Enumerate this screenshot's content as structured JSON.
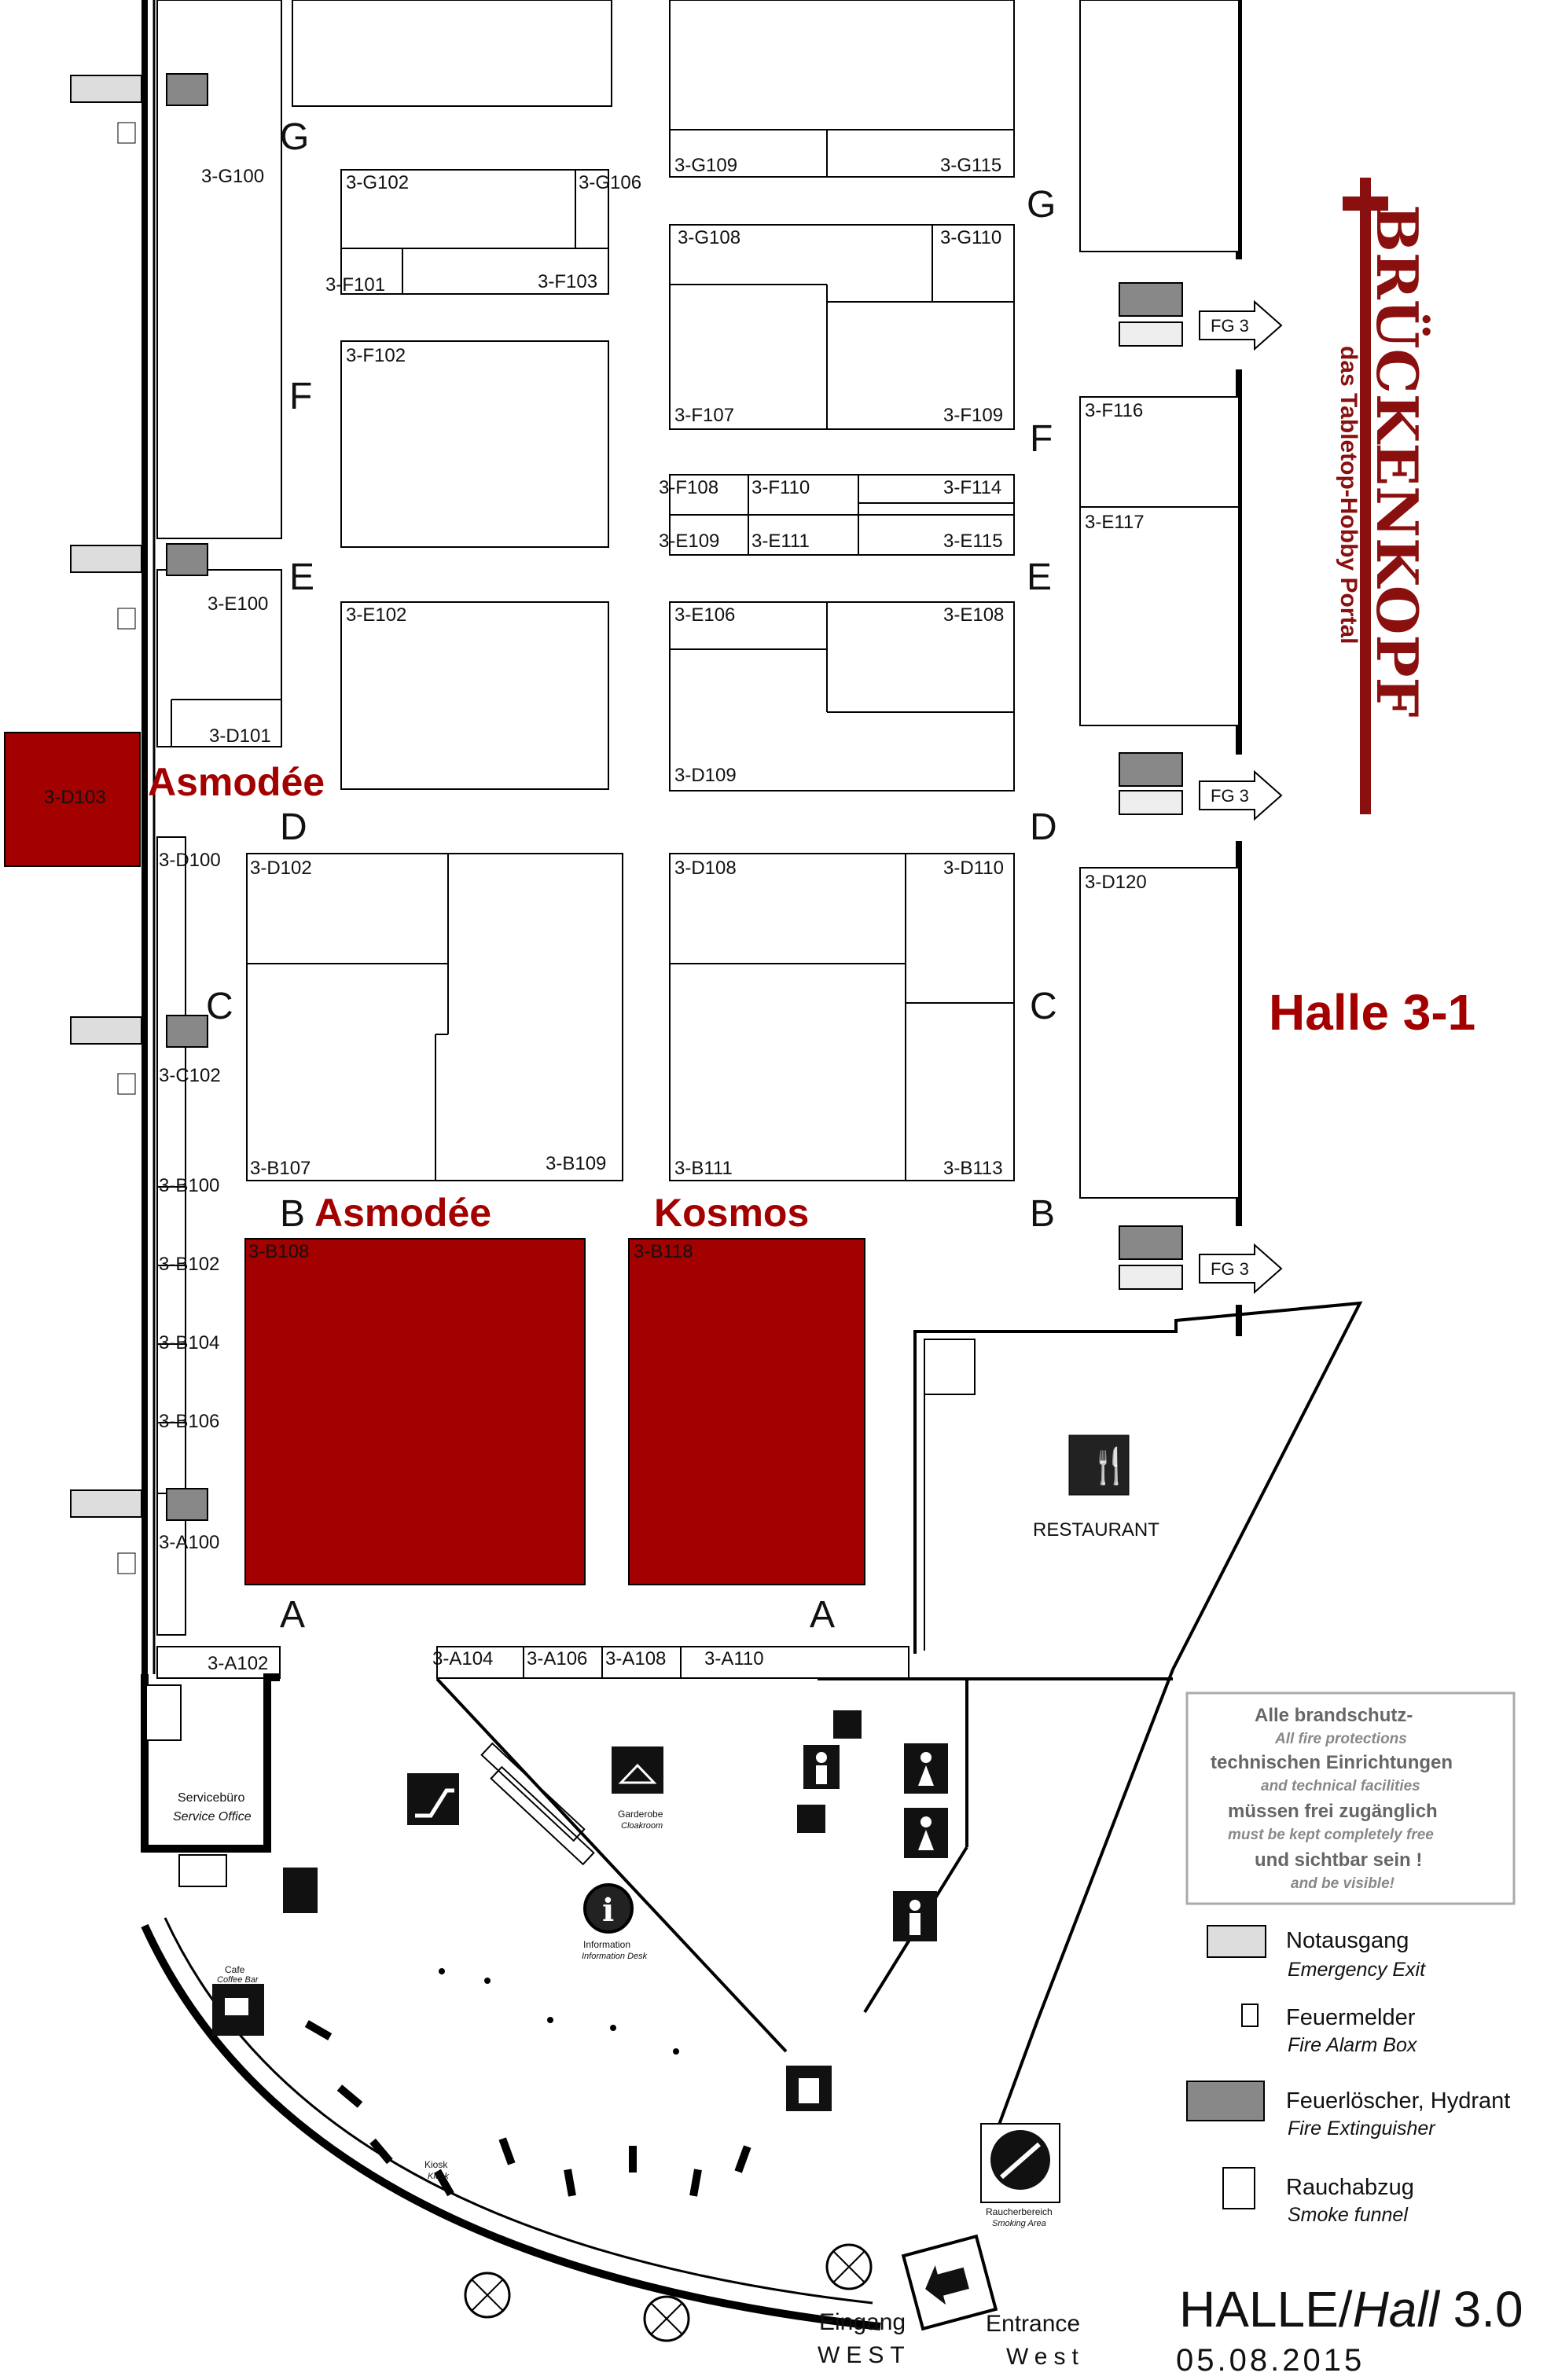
{
  "hall_title": "Halle 3-1",
  "logo": {
    "name": "BRÜCKENKOPF",
    "tagline": "das Tabletop-Hobby Portal"
  },
  "rows": {
    "G": "G",
    "F": "F",
    "E": "E",
    "D": "D",
    "C": "C",
    "B": "B",
    "A": "A"
  },
  "stands": {
    "G100": "3-G100",
    "G102": "3-G102",
    "G106": "3-G106",
    "G109": "3-G109",
    "G115": "3-G115",
    "G108": "3-G108",
    "G110": "3-G110",
    "F101": "3-F101",
    "F103": "3-F103",
    "F102": "3-F102",
    "F107": "3-F107",
    "F109": "3-F109",
    "F108": "3-F108",
    "F110": "3-F110",
    "F114": "3-F114",
    "F116": "3-F116",
    "E109": "3-E109",
    "E111": "3-E111",
    "E115": "3-E115",
    "E117": "3-E117",
    "E100": "3-E100",
    "E102": "3-E102",
    "E106": "3-E106",
    "E108": "3-E108",
    "D101": "3-D101",
    "D103": "3-D103",
    "D109": "3-D109",
    "D100": "3-D100",
    "D102": "3-D102",
    "D108": "3-D108",
    "D110": "3-D110",
    "D120": "3-D120",
    "C102": "3-C102",
    "B107": "3-B107",
    "B109": "3-B109",
    "B111": "3-B111",
    "B113": "3-B113",
    "B100": "3-B100",
    "B102": "3-B102",
    "B104": "3-B104",
    "B106": "3-B106",
    "B108": "3-B108",
    "B118": "3-B118",
    "A100": "3-A100",
    "A102": "3-A102",
    "A104": "3-A104",
    "A106": "3-A106",
    "A108": "3-A108",
    "A110": "3-A110"
  },
  "exhibitors": {
    "d103": "Asmodée",
    "b108": "Asmodée",
    "b118": "Kosmos"
  },
  "fire_gates": {
    "fg1": "FG 3",
    "fg2": "FG 3",
    "fg3": "FG 3"
  },
  "facilities": {
    "restaurant": "RESTAURANT",
    "service_de": "Servicebüro",
    "service_en": "Service Office",
    "garderobe_de": "Garderobe",
    "garderobe_en": "Cloakroom",
    "info_de": "Information",
    "info_en": "Information Desk",
    "cafe_de": "Cafe",
    "cafe_en": "Coffee Bar",
    "kiosk_de": "Kiosk",
    "kiosk_en": "Kiosk",
    "smoking_de": "Raucherbereich",
    "smoking_en": "Smoking Area"
  },
  "entrance": {
    "de_1": "Eingang",
    "de_2": "WEST",
    "en_1": "Entrance",
    "en_2": "West"
  },
  "notice": {
    "l1": "Alle  brandschutz-",
    "l2": "All fire protections",
    "l3": "technischen Einrichtungen",
    "l4": "and technical facilities",
    "l5": "müssen frei zugänglich",
    "l6": "must be kept completely free",
    "l7": "und sichtbar sein !",
    "l8": "and be visible!"
  },
  "legend": [
    {
      "de": "Notausgang",
      "en": "Emergency Exit",
      "icon": "emergency-exit-icon"
    },
    {
      "de": "Feuermelder",
      "en": "Fire Alarm Box",
      "icon": "fire-alarm-icon"
    },
    {
      "de": "Feuerlöscher, Hydrant",
      "en": "Fire Extinguisher",
      "icon": "fire-extinguisher-icon"
    },
    {
      "de": "Rauchabzug",
      "en": "Smoke funnel",
      "icon": "smoke-funnel-icon"
    }
  ],
  "footer": {
    "halle": "HALLE/",
    "hall": "Hall",
    "num": " 3.0",
    "date": "05.08.2015"
  },
  "colors": {
    "exhibitor": "#a30000",
    "logo": "#8a1010",
    "notice_text": "#666666"
  }
}
